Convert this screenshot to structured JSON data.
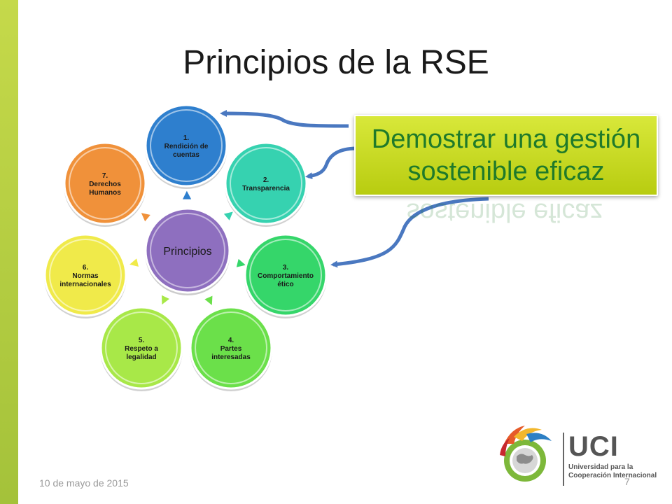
{
  "slide": {
    "title": "Principios de la RSE",
    "date": "10 de mayo de 2015",
    "page_number": "7"
  },
  "diagram": {
    "center": {
      "label": "Principios",
      "color": "#8e6fbf"
    },
    "nodes": [
      {
        "number": "1.",
        "lines": [
          "Rendición de",
          "cuentas"
        ],
        "color": "#2e7fce"
      },
      {
        "number": "2.",
        "lines": [
          "Transparencia"
        ],
        "color": "#36d2b0"
      },
      {
        "number": "3.",
        "lines": [
          "Comportamiento",
          "ético"
        ],
        "color": "#35d66a"
      },
      {
        "number": "4.",
        "lines": [
          "Partes",
          "interesadas"
        ],
        "color": "#6be04a"
      },
      {
        "number": "5.",
        "lines": [
          "Respeto a",
          "legalidad"
        ],
        "color": "#a8e848"
      },
      {
        "number": "6.",
        "lines": [
          "Normas",
          "internacionales"
        ],
        "color": "#f0ea4a"
      },
      {
        "number": "7.",
        "lines": [
          "Derechos",
          "Humanos"
        ],
        "color": "#f0913a"
      }
    ]
  },
  "callout": {
    "line1": "Demostrar una gestión",
    "line2": "sostenible eficaz"
  },
  "logo": {
    "name": "UCI",
    "subtitle_line1": "Universidad para la",
    "subtitle_line2": "Cooperación Internacional"
  },
  "colors": {
    "sidebar": "#b5cf3f",
    "callout_fill": "#c6d921",
    "callout_text": "#1f7a2a",
    "arrow": "#4a78c0"
  }
}
